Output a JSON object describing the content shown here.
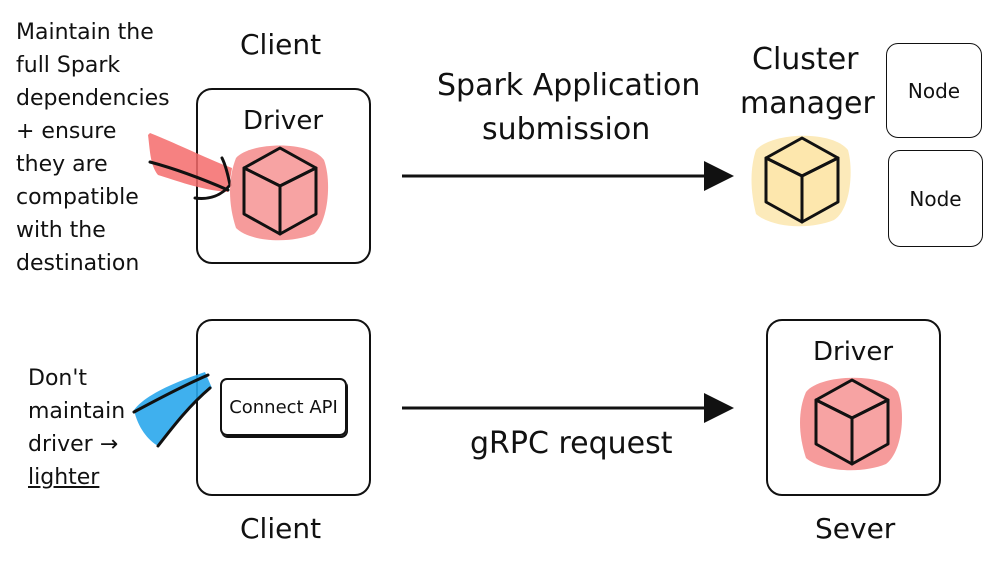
{
  "top": {
    "note_lines": [
      "Maintain the",
      "full Spark",
      "dependencies",
      "+ ensure",
      "they are",
      "compatible",
      "with the",
      "destination"
    ],
    "client_label": "Client",
    "driver_label": "Driver",
    "arrow_label_line1": "Spark Application",
    "arrow_label_line2": "submission",
    "cluster_label_line1": "Cluster",
    "cluster_label_line2": "manager",
    "node1_label": "Node",
    "node2_label": "Node"
  },
  "bottom": {
    "note_lines": [
      "Don't",
      "maintain",
      "driver →",
      "lighter"
    ],
    "connect_api_label": "Connect API",
    "client_label": "Client",
    "arrow_label": "gRPC request",
    "driver_label": "Driver",
    "server_label": "Sever"
  },
  "colors": {
    "red_cube": "#f7a3a3",
    "red_blob": "#f46b6b",
    "yellow_cube": "#fbe3a3",
    "blue_blob": "#2aa7ec"
  }
}
